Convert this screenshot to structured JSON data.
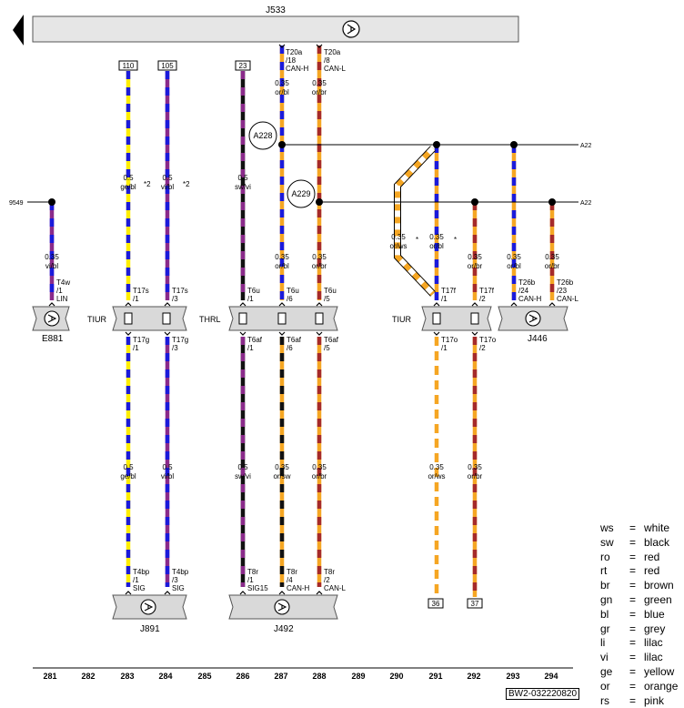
{
  "colors": {
    "ge": "#ffee00",
    "bl": "#1a1adb",
    "vi": "#8a2a8a",
    "sw": "#111111",
    "or": "#f5a623",
    "br": "#a52a2a",
    "ws": "#ffffff",
    "box": "#d9d9d9",
    "bar": "#e6e6e6"
  },
  "header": {
    "ecu": "J533"
  },
  "top_pins": [
    {
      "id": "j533-pin-canh",
      "code": "T20a",
      "pin": "/18",
      "signal": "CAN-H"
    },
    {
      "id": "j533-pin-canl",
      "code": "T20a",
      "pin": "/8",
      "signal": "CAN-L"
    }
  ],
  "ref_boxes": {
    "c283": "110",
    "c284": "105",
    "c286": "23",
    "c291": "36",
    "c292": "37"
  },
  "splices": {
    "a228": "A228",
    "a229": "A229",
    "edge_a228": "A22",
    "edge_a229": "A22",
    "left_ref": "9549"
  },
  "wire_labels": [
    {
      "id": "w281",
      "size": "0.35",
      "color": "vi/bl"
    },
    {
      "id": "w283a",
      "size": "0.5",
      "color": "ge/bl"
    },
    {
      "id": "w284a",
      "size": "0.5",
      "color": "vi/bl"
    },
    {
      "id": "w286a",
      "size": "0.5",
      "color": "sw/vi"
    },
    {
      "id": "w287a",
      "size": "0.35",
      "color": "or/bl"
    },
    {
      "id": "w288a",
      "size": "0.35",
      "color": "or/br"
    },
    {
      "id": "w287b",
      "size": "0.35",
      "color": "or/bl"
    },
    {
      "id": "w288b",
      "size": "0.35",
      "color": "or/br"
    },
    {
      "id": "w290",
      "size": "0.35",
      "color": "or/ws"
    },
    {
      "id": "w291a",
      "size": "0.35",
      "color": "or/bl"
    },
    {
      "id": "w292a",
      "size": "0.35",
      "color": "or/br"
    },
    {
      "id": "w293",
      "size": "0.35",
      "color": "or/bl"
    },
    {
      "id": "w294",
      "size": "0.35",
      "color": "or/br"
    },
    {
      "id": "w283b",
      "size": "0.5",
      "color": "ge/bl"
    },
    {
      "id": "w284b",
      "size": "0.5",
      "color": "vi/bl"
    },
    {
      "id": "w286b",
      "size": "0.5",
      "color": "sw/vi"
    },
    {
      "id": "w287c",
      "size": "0.35",
      "color": "or/sw"
    },
    {
      "id": "w288c",
      "size": "0.35",
      "color": "or/br"
    },
    {
      "id": "w291b",
      "size": "0.35",
      "color": "or/ws"
    },
    {
      "id": "w292b",
      "size": "0.35",
      "color": "or/br"
    }
  ],
  "footnotes": {
    "n283": "*2",
    "n284": "*2",
    "star_a": "*",
    "star_b": "*"
  },
  "connectors_top": [
    {
      "id": "t4w",
      "code": "T4w",
      "pin": "/1",
      "signal": "LIN"
    },
    {
      "id": "t17s1",
      "code": "T17s",
      "pin": "/1",
      "signal": ""
    },
    {
      "id": "t17s3",
      "code": "T17s",
      "pin": "/3",
      "signal": ""
    },
    {
      "id": "t6u1",
      "code": "T6u",
      "pin": "/1",
      "signal": ""
    },
    {
      "id": "t6u6",
      "code": "T6u",
      "pin": "/6",
      "signal": ""
    },
    {
      "id": "t6u5",
      "code": "T6u",
      "pin": "/5",
      "signal": ""
    },
    {
      "id": "t17f1",
      "code": "T17f",
      "pin": "/1",
      "signal": ""
    },
    {
      "id": "t17f2",
      "code": "T17f",
      "pin": "/2",
      "signal": ""
    },
    {
      "id": "t26b24",
      "code": "T26b",
      "pin": "/24",
      "signal": "CAN-H"
    },
    {
      "id": "t26b23",
      "code": "T26b",
      "pin": "/23",
      "signal": "CAN-L"
    }
  ],
  "connectors_mid": [
    {
      "id": "t17g1",
      "code": "T17g",
      "pin": "/1"
    },
    {
      "id": "t17g3",
      "code": "T17g",
      "pin": "/3"
    },
    {
      "id": "t6af1",
      "code": "T6af",
      "pin": "/1"
    },
    {
      "id": "t6af6",
      "code": "T6af",
      "pin": "/6"
    },
    {
      "id": "t6af5",
      "code": "T6af",
      "pin": "/5"
    },
    {
      "id": "t17o1",
      "code": "T17o",
      "pin": "/1"
    },
    {
      "id": "t17o2",
      "code": "T17o",
      "pin": "/2"
    }
  ],
  "connectors_bottom": [
    {
      "id": "t4bp1",
      "code": "T4bp",
      "pin": "/1",
      "signal": "SIG"
    },
    {
      "id": "t4bp3",
      "code": "T4bp",
      "pin": "/3",
      "signal": "SIG"
    },
    {
      "id": "t8r1",
      "code": "T8r",
      "pin": "/1",
      "signal": "SIG15"
    },
    {
      "id": "t8r4",
      "code": "T8r",
      "pin": "/4",
      "signal": "CAN-H"
    },
    {
      "id": "t8r2",
      "code": "T8r",
      "pin": "/2",
      "signal": "CAN-L"
    }
  ],
  "couplings": {
    "tiur_left": "TIUR",
    "thrl": "THRL",
    "tiur_right": "TIUR"
  },
  "components": {
    "e881": "E881",
    "j446": "J446",
    "j891": "J891",
    "j492": "J492"
  },
  "columns": [
    "281",
    "282",
    "283",
    "284",
    "285",
    "286",
    "287",
    "288",
    "289",
    "290",
    "291",
    "292",
    "293",
    "294"
  ],
  "legend": [
    {
      "code": "ws",
      "eq": "=",
      "meaning": "white"
    },
    {
      "code": "sw",
      "eq": "=",
      "meaning": "black"
    },
    {
      "code": "ro",
      "eq": "=",
      "meaning": "red"
    },
    {
      "code": "rt",
      "eq": "=",
      "meaning": "red"
    },
    {
      "code": "br",
      "eq": "=",
      "meaning": "brown"
    },
    {
      "code": "gn",
      "eq": "=",
      "meaning": "green"
    },
    {
      "code": "bl",
      "eq": "=",
      "meaning": "blue"
    },
    {
      "code": "gr",
      "eq": "=",
      "meaning": "grey"
    },
    {
      "code": "li",
      "eq": "=",
      "meaning": "lilac"
    },
    {
      "code": "vi",
      "eq": "=",
      "meaning": "lilac"
    },
    {
      "code": "ge",
      "eq": "=",
      "meaning": "yellow"
    },
    {
      "code": "or",
      "eq": "=",
      "meaning": "orange"
    },
    {
      "code": "rs",
      "eq": "=",
      "meaning": "pink"
    }
  ],
  "footer_id": "BW2-032220820"
}
